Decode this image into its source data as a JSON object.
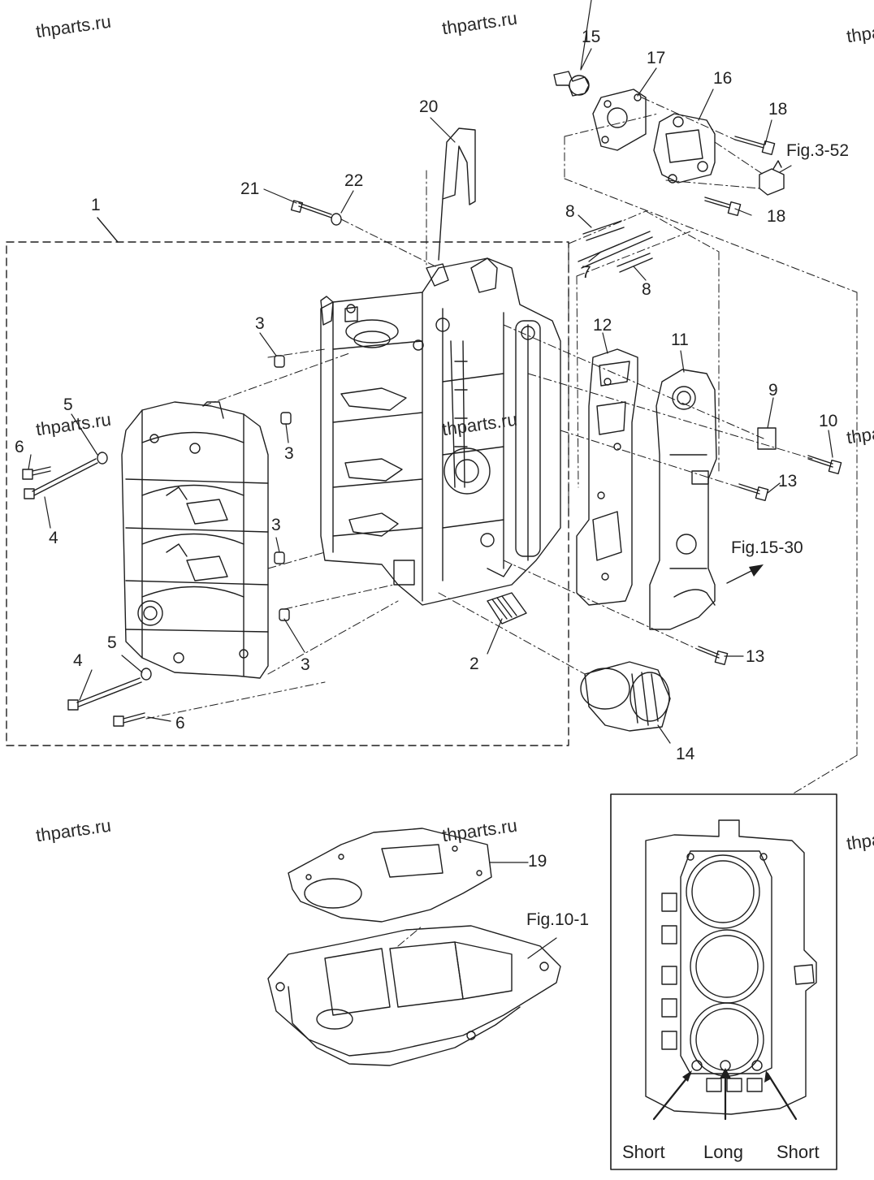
{
  "watermark": "thparts.ru",
  "callouts": {
    "n1": "1",
    "n2": "2",
    "n3": "3",
    "n4": "4",
    "n5": "5",
    "n6": "6",
    "n7": "7",
    "n8": "8",
    "n9": "9",
    "n10": "10",
    "n11": "11",
    "n12": "12",
    "n13": "13",
    "n14": "14",
    "n15": "15",
    "n16": "16",
    "n17": "17",
    "n18": "18",
    "n19": "19",
    "n20": "20",
    "n21": "21",
    "n22": "22"
  },
  "figure_refs": {
    "fig_3_52": "Fig.3-52",
    "fig_15_30": "Fig.15-30",
    "fig_10_1": "Fig.10-1"
  },
  "inset_captions": {
    "left": "Short",
    "center": "Long",
    "right": "Short"
  }
}
